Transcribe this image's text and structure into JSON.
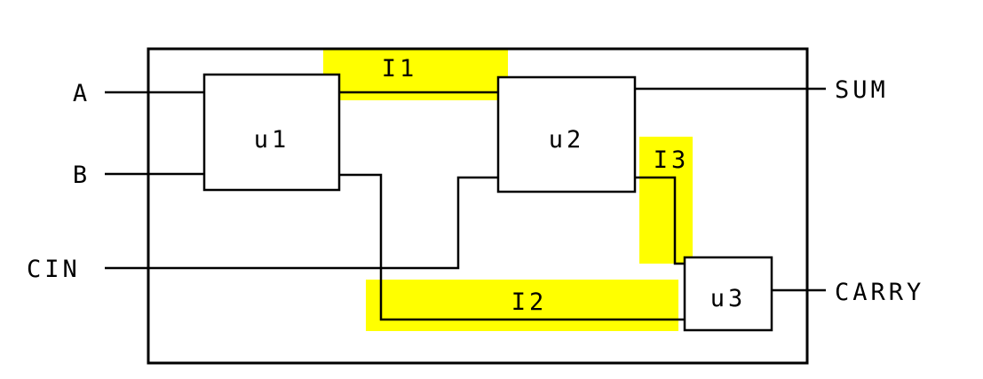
{
  "colors": {
    "highlight": "#ffff00",
    "line": "#000000",
    "background": "#ffffff"
  },
  "ports": {
    "a": "A",
    "b": "B",
    "cin": "CIN",
    "sum": "SUM",
    "carry": "CARRY"
  },
  "instances": {
    "u1": "u1",
    "u2": "u2",
    "u3": "u3"
  },
  "nets": {
    "i1": "I1",
    "i2": "I2",
    "i3": "I3"
  }
}
